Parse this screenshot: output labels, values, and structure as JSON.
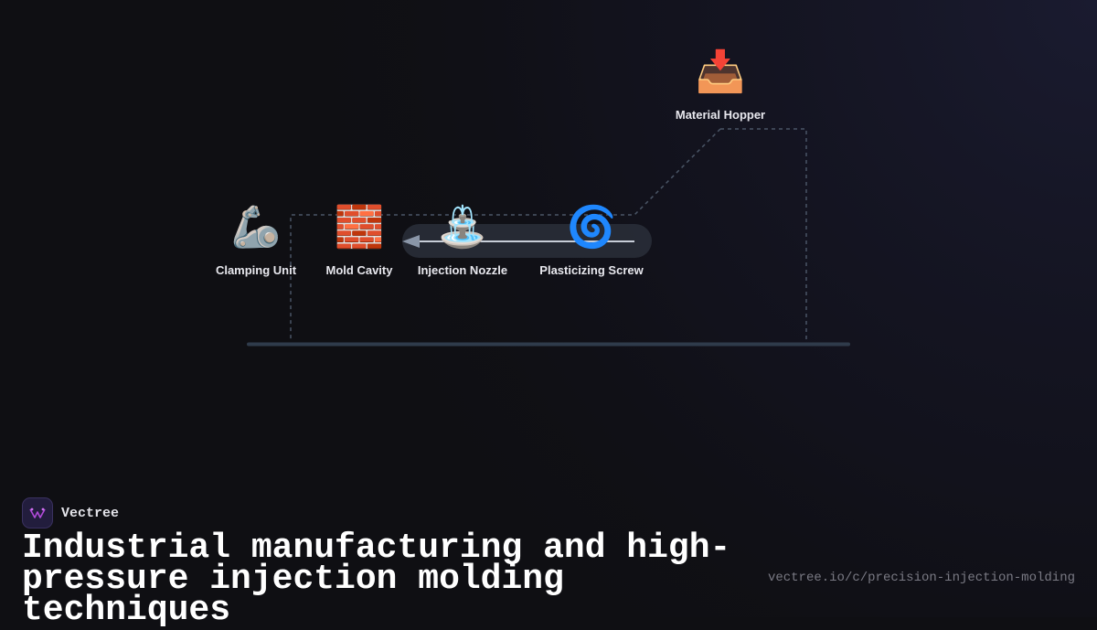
{
  "diagram": {
    "nodes": [
      {
        "id": "hopper",
        "label": "Material Hopper",
        "icon": "📥",
        "icon_name": "inbox-tray-icon"
      },
      {
        "id": "clamping",
        "label": "Clamping Unit",
        "icon": "🦾",
        "icon_name": "mechanical-arm-icon"
      },
      {
        "id": "mold",
        "label": "Mold Cavity",
        "icon": "🧱",
        "icon_name": "brick-icon"
      },
      {
        "id": "nozzle",
        "label": "Injection Nozzle",
        "icon": "⛲",
        "icon_name": "fountain-icon"
      },
      {
        "id": "screw",
        "label": "Plasticizing Screw",
        "icon": "🌀",
        "icon_name": "cyclone-icon"
      }
    ]
  },
  "footer": {
    "brand": "Vectree",
    "title": "Industrial manufacturing and high-pressure injection molding techniques",
    "url": "vectree.io/c/precision-injection-molding"
  },
  "colors": {
    "background": "#0f0f13",
    "connector": "#4a5566",
    "track": "#2a2f3a",
    "baseline": "#2f3b4b",
    "arrow": "#8a96a8",
    "logo_accent": "#b04ad8"
  }
}
